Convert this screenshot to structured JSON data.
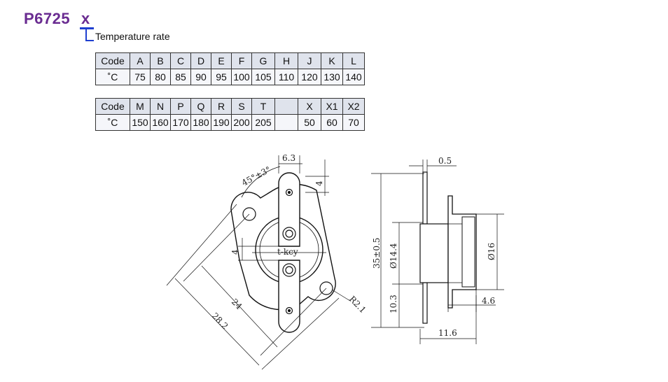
{
  "part_number": "P6725",
  "suffix": "x",
  "suffix_caption": "Temperature rate",
  "table_1": {
    "headers": [
      "Code",
      "A",
      "B",
      "C",
      "D",
      "E",
      "F",
      "G",
      "H",
      "J",
      "K",
      "L"
    ],
    "values": [
      "˚C",
      "75",
      "80",
      "85",
      "90",
      "95",
      "100",
      "105",
      "110",
      "120",
      "130",
      "140"
    ]
  },
  "table_2": {
    "headers": [
      "Code",
      "M",
      "N",
      "P",
      "Q",
      "R",
      "S",
      "T",
      "",
      "X",
      "X1",
      "X2"
    ],
    "values": [
      "˚C",
      "150",
      "160",
      "170",
      "180",
      "190",
      "200",
      "205",
      "",
      "50",
      "60",
      "70"
    ]
  },
  "drawing": {
    "angle_label": "45°±3°",
    "tab_width": "6.3",
    "tab_offset_top": "4",
    "tab_offset_left": "4",
    "center_text": "t-kcy",
    "dim_24": "24",
    "dim_28_2": "28.2",
    "radius": "R2.1",
    "thickness": "0.5",
    "height_total": "35±0.5",
    "dia_14_4": "Ø14.4",
    "dia_16": "Ø16",
    "dim_10_3": "10.3",
    "dim_4_6": "4.6",
    "dim_11_6": "11.6"
  }
}
